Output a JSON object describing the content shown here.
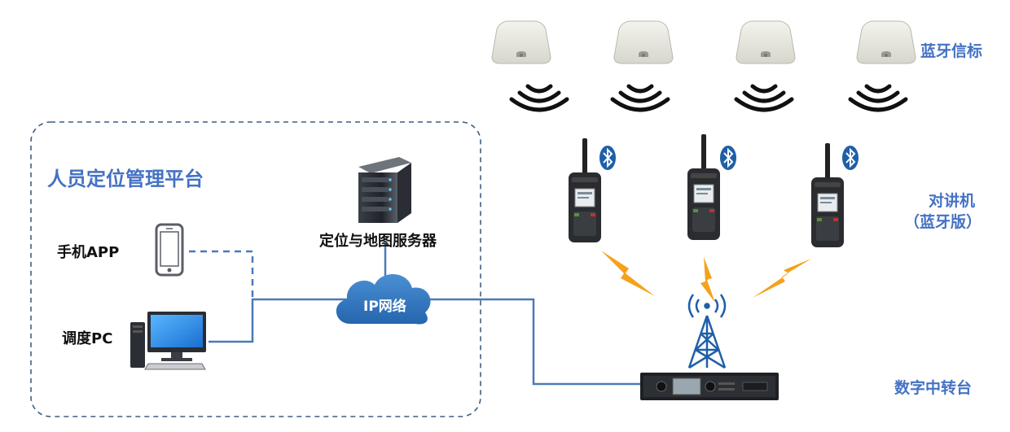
{
  "platform": {
    "title": "人员定位管理平台",
    "mobile_app_label": "手机APP",
    "dispatch_pc_label": "调度PC",
    "server_label": "定位与地图服务器"
  },
  "network": {
    "cloud_label": "IP网络"
  },
  "beacons": {
    "label": "蓝牙信标",
    "count": 4
  },
  "radios": {
    "label_line1": "对讲机",
    "label_line2": "（蓝牙版）",
    "count": 3,
    "bluetooth_icon": "bluetooth-icon"
  },
  "repeater": {
    "label": "数字中转台"
  },
  "colors": {
    "accent_blue": "#4472c4",
    "line_blue": "#4a7ab8",
    "cloud_blue": "#2e6eb3",
    "lightning_orange": "#f4a21c",
    "dashed_border": "#3f5f7f"
  }
}
